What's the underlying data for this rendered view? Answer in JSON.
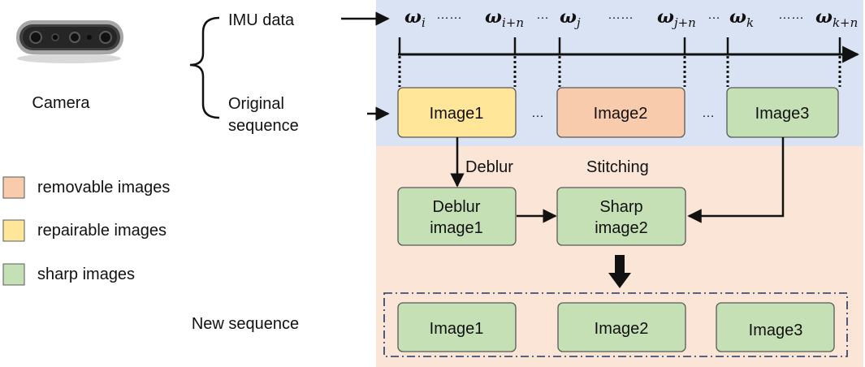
{
  "camera_label": "Camera",
  "inputs": {
    "imu_label": "IMU data",
    "original_line1": "Original",
    "original_line2": "sequence"
  },
  "omega_labels": [
    {
      "base": "ω",
      "sub": "i"
    },
    {
      "base": "ω",
      "sub": "i+n"
    },
    {
      "base": "ω",
      "sub": "j"
    },
    {
      "base": "ω",
      "sub": "j+n"
    },
    {
      "base": "ω",
      "sub": "k"
    },
    {
      "base": "ω",
      "sub": "k+n"
    }
  ],
  "ellipsis_short": "……",
  "ellipsis_mid": "…",
  "original_images": [
    {
      "label": "Image1",
      "color": "#FFE699"
    },
    {
      "label": "Image2",
      "color": "#F8CBAD"
    },
    {
      "label": "Image3",
      "color": "#C5E0B4"
    }
  ],
  "process": {
    "deblur_label": "Deblur",
    "stitching_label": "Stitching",
    "deblur_box_line1": "Deblur",
    "deblur_box_line2": "image1",
    "sharp_box_line1": "Sharp",
    "sharp_box_line2": "image2"
  },
  "new_sequence_label": "New sequence",
  "new_images": [
    {
      "label": "Image1"
    },
    {
      "label": "Image2"
    },
    {
      "label": "Image3"
    }
  ],
  "legend": [
    {
      "label": "removable images",
      "color": "#F8CBAD"
    },
    {
      "label": "repairable images",
      "color": "#FFE699"
    },
    {
      "label": "sharp images",
      "color": "#C5E0B4"
    }
  ],
  "colors": {
    "top_panel": "#DAE3F3",
    "bottom_panel": "#FBE5D6",
    "sharp_green": "#C5E0B4",
    "box_stroke": "#595959",
    "dash_border": "#203864"
  }
}
